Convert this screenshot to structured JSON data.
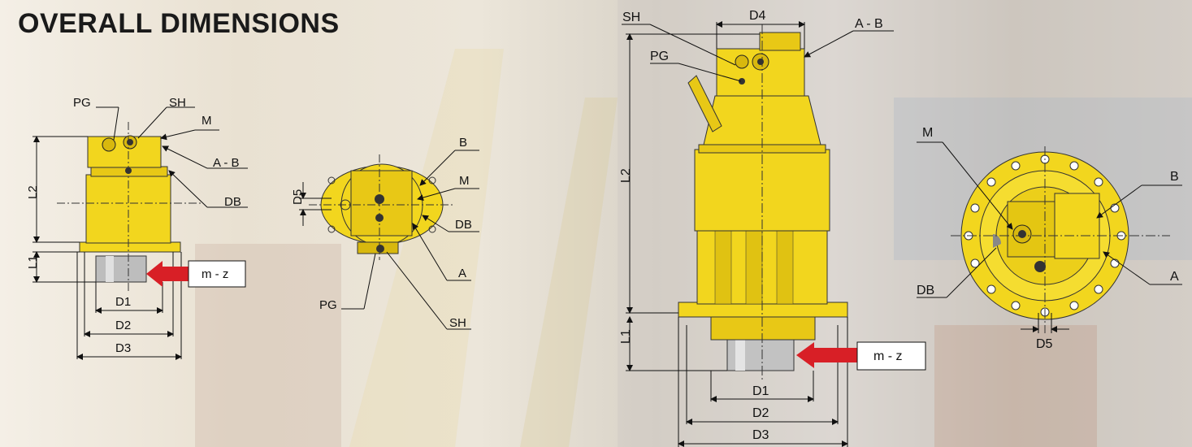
{
  "title": "OVERALL DIMENSIONS",
  "colors": {
    "motor": "#f2d61e",
    "motor_dark": "#c9ad0a",
    "arrow": "#d81f26",
    "line": "#111111"
  },
  "small_side": {
    "labels": {
      "pg": "PG",
      "sh": "SH",
      "m": "M",
      "ab": "A - B",
      "db": "DB",
      "l2": "L2",
      "l1": "L1",
      "mz": "m - z",
      "d1": "D1",
      "d2": "D2",
      "d3": "D3"
    }
  },
  "small_top": {
    "labels": {
      "b": "B",
      "m": "M",
      "db": "DB",
      "a": "A",
      "d5": "D5",
      "pg": "PG",
      "sh": "SH"
    }
  },
  "large_side": {
    "labels": {
      "sh": "SH",
      "d4": "D4",
      "ab": "A - B",
      "pg": "PG",
      "l2": "L2",
      "l1": "L1",
      "mz": "m - z",
      "d1": "D1",
      "d2": "D2",
      "d3": "D3"
    }
  },
  "large_top": {
    "labels": {
      "m": "M",
      "b": "B",
      "a": "A",
      "db": "DB",
      "d5": "D5"
    }
  }
}
